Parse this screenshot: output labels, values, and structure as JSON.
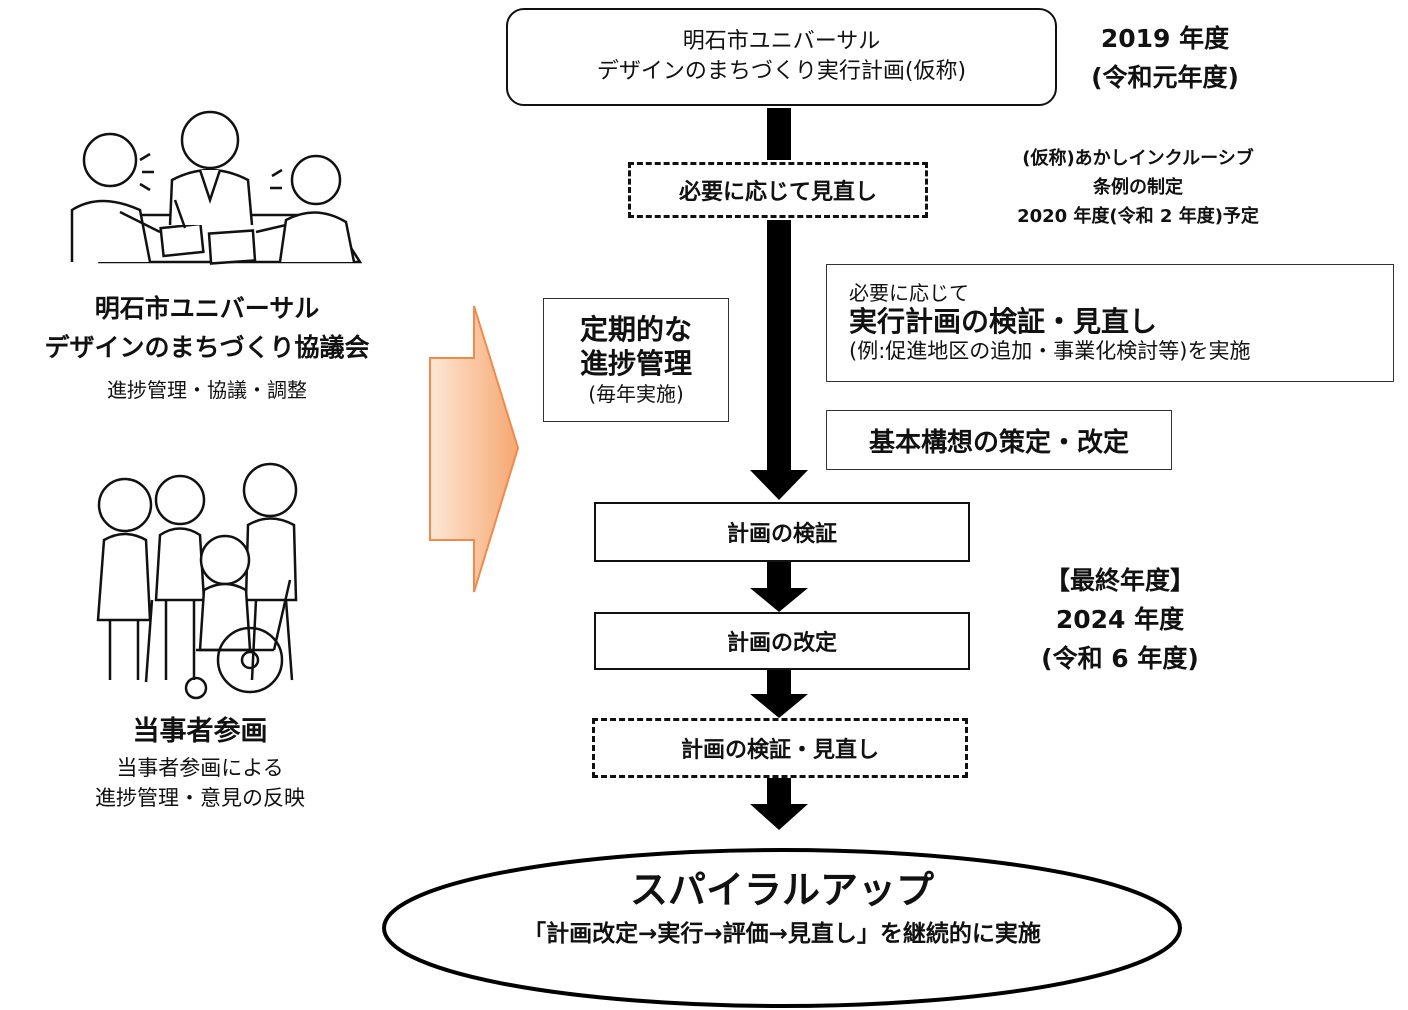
{
  "top_plan": {
    "line1": "明石市ユニバーサル",
    "line2": "デザインのまちづくり実行計画(仮称)"
  },
  "year_2019": {
    "line1": "2019 年度",
    "line2": "(令和元年度)"
  },
  "review_as_needed": "必要に応じて見直し",
  "ordinance": {
    "line1": "(仮称)あかしインクルーシブ",
    "line2": "条例の制定",
    "line3": "2020 年度(令和 2 年度)予定"
  },
  "council": {
    "name_line1": "明石市ユニバーサル",
    "name_line2": "デザインのまちづくり協議会",
    "role": "進捗管理・協議・調整"
  },
  "participation": {
    "title": "当事者参画",
    "desc_line1": "当事者参画による",
    "desc_line2": "進捗管理・意見の反映"
  },
  "periodic": {
    "line1": "定期的な",
    "line2": "進捗管理",
    "line3": "(毎年実施)"
  },
  "plan_review_box": {
    "line1": "必要に応じて",
    "line2": "実行計画の検証・見直し",
    "line3": "(例:促進地区の追加・事業化検討等)を実施"
  },
  "basic_concept": "基本構想の策定・改定",
  "flow": {
    "verify": "計画の検証",
    "revise": "計画の改定",
    "verify_review": "計画の検証・見直し"
  },
  "final_year": {
    "line1": "【最終年度】",
    "line2": "2024 年度",
    "line3": "(令和 6 年度)"
  },
  "spiral": {
    "title": "スパイラルアップ",
    "subtitle": "「計画改定→実行→評価→見直し」を継続的に実施"
  },
  "colors": {
    "arrow_fill_light": "#fde7d6",
    "arrow_fill_dark": "#f6a770",
    "arrow_stroke": "#f08a4b",
    "flow_arrow": "#000000"
  },
  "illustrations": [
    "meeting-people-illustration",
    "group-people-wheelchair-illustration"
  ]
}
